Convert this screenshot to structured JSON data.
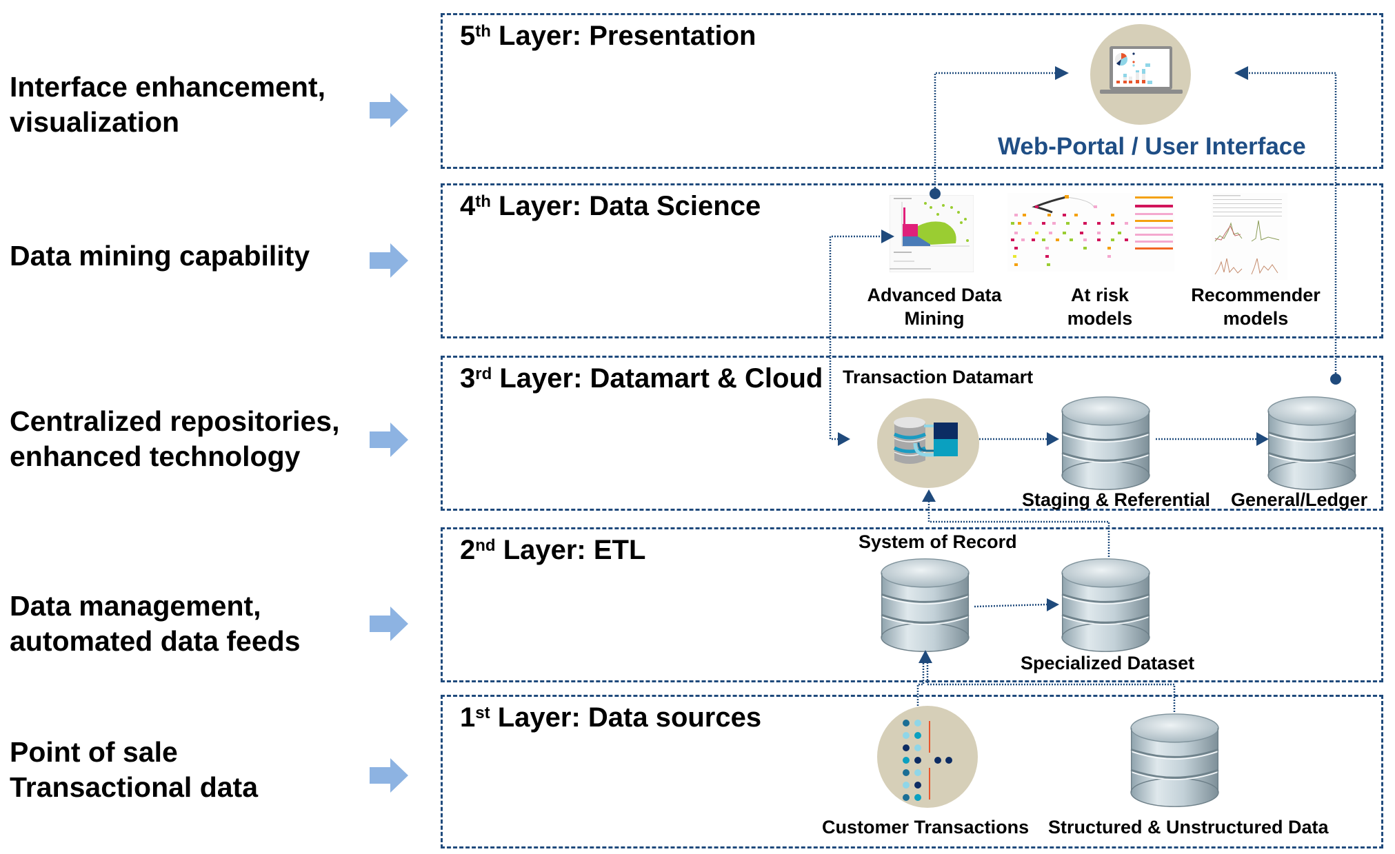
{
  "left_labels": [
    {
      "line1": "Interface enhancement,",
      "line2": "visualization"
    },
    {
      "line1": "Data mining capability",
      "line2": ""
    },
    {
      "line1": "Centralized repositories,",
      "line2": "enhanced technology"
    },
    {
      "line1": "Data management,",
      "line2": "automated data feeds"
    },
    {
      "line1": "Point of sale",
      "line2": "Transactional data"
    }
  ],
  "layers": [
    {
      "num": "5",
      "suffix": "th",
      "title": " Layer: Presentation"
    },
    {
      "num": "4",
      "suffix": "th",
      "title": " Layer:  Data Science"
    },
    {
      "num": "3",
      "suffix": "rd",
      "title": " Layer: Datamart & Cloud"
    },
    {
      "num": "2",
      "suffix": "nd",
      "title": " Layer: ETL"
    },
    {
      "num": "1",
      "suffix": "st",
      "title": " Layer: Data sources"
    }
  ],
  "nodes": {
    "web_portal": "Web-Portal / User Interface",
    "advanced_data_mining": {
      "line1": "Advanced Data",
      "line2": "Mining"
    },
    "at_risk_models": {
      "line1": "At risk",
      "line2": "models"
    },
    "recommender_models": {
      "line1": "Recommender",
      "line2": "models"
    },
    "transaction_datamart": "Transaction Datamart",
    "staging_referential": "Staging & Referential",
    "general_ledger": "General/Ledger",
    "system_of_record": "System of Record",
    "specialized_dataset": "Specialized Dataset",
    "customer_transactions": "Customer Transactions",
    "structured_unstructured": "Structured & Unstructured Data"
  },
  "colors": {
    "box_border": "#1f4a7c",
    "connector": "#1f4a7c",
    "side_arrow": "#8db3e2",
    "icon_circle": "#d6cfb8",
    "portal_text": "#1f4e85"
  }
}
